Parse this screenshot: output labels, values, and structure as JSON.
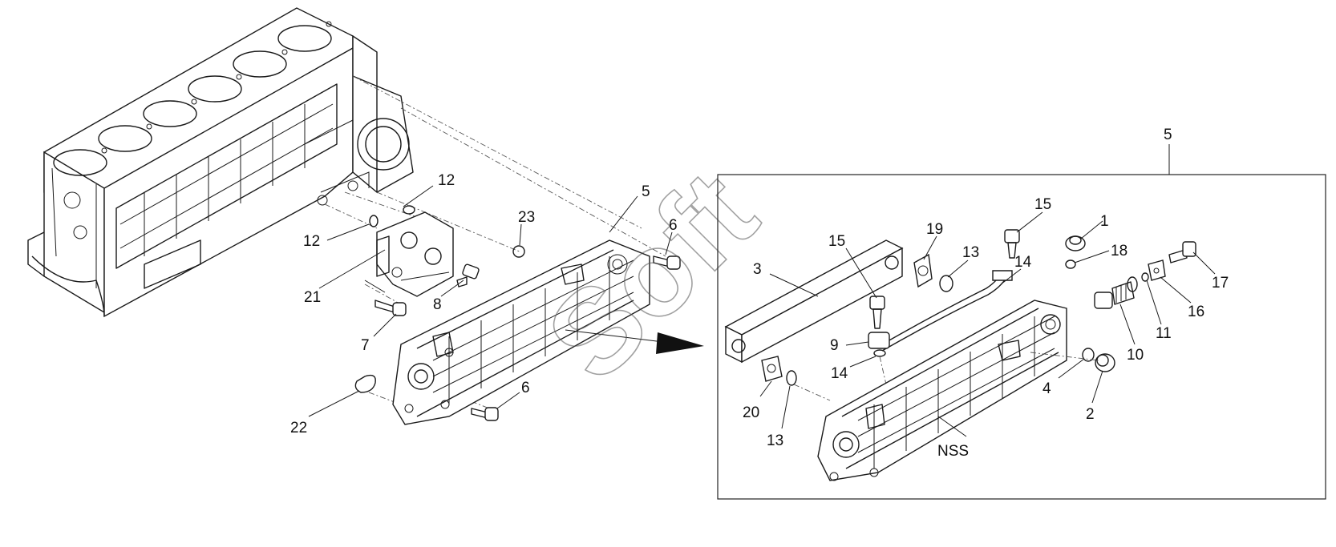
{
  "watermark": "Soft",
  "callouts_left": {
    "c12a": "12",
    "c12b": "12",
    "c23": "23",
    "c5": "5",
    "c6a": "6",
    "c21": "21",
    "c8": "8",
    "c7": "7",
    "c6b": "6",
    "c22": "22"
  },
  "callouts_right": {
    "c5": "5",
    "c15a": "15",
    "c15b": "15",
    "c19": "19",
    "c13a": "13",
    "c14a": "14",
    "c1": "1",
    "c18": "18",
    "c17": "17",
    "c3": "3",
    "c16": "16",
    "c11": "11",
    "c10": "10",
    "c9": "9",
    "c14b": "14",
    "c4": "4",
    "c2": "2",
    "c20": "20",
    "c13b": "13",
    "nss": "NSS"
  }
}
